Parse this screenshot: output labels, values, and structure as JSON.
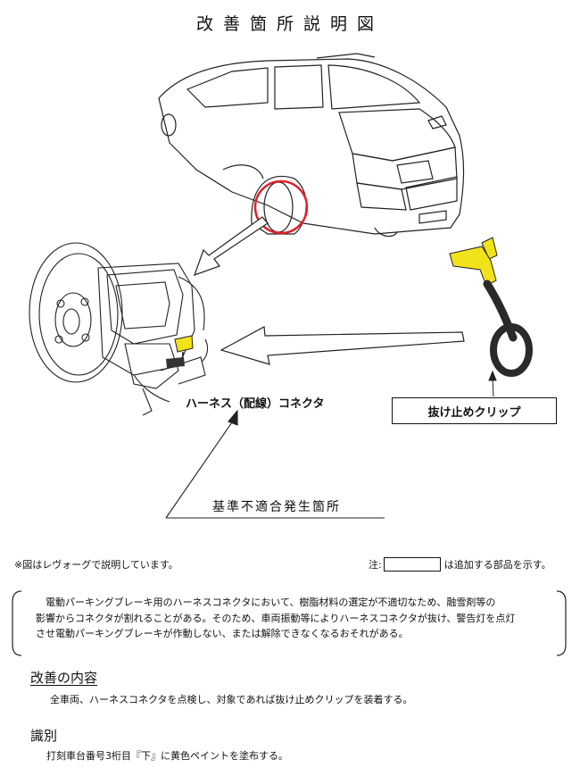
{
  "title": "改善箇所説明図",
  "labels": {
    "harness_connector": "ハーネス（配線）コネクタ",
    "clip": "抜け止めクリップ",
    "fault_location": "基準不適合発生箇所"
  },
  "notes": {
    "left": "※図はレヴォーグで説明しています。",
    "right_prefix": "注:",
    "right_suffix": "は追加する部品を示す。"
  },
  "summary": {
    "lines": [
      "電動パーキングブレーキ用のハーネスコネクタにおいて、樹脂材料の選定が不適切なため、融雪剤等の",
      "影響からコネクタが割れることがある。そのため、車両振動等によりハーネスコネクタが抜け、警告灯を点灯",
      "させ電動パーキングブレーキが作動しない、または解除できなくなるおそれがある。"
    ]
  },
  "improvement": {
    "heading": "改善の内容",
    "text": "全車両、ハーネスコネクタを点検し、対象であれば抜け止めクリップを装着する。"
  },
  "identification": {
    "heading": "識別",
    "text": "打刻車台番号3桁目『下』に黄色ペイントを塗布する。"
  },
  "colors": {
    "highlight_circle": "#e0202a",
    "clip_yellow": "#f2e21a",
    "clip_dark": "#2a2a2a"
  }
}
